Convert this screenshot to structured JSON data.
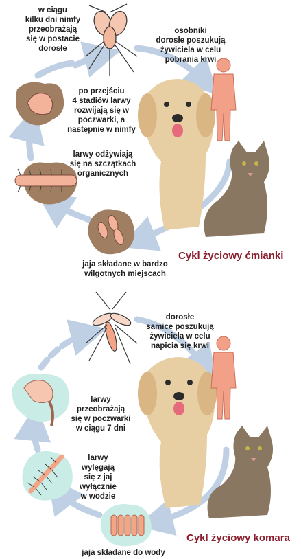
{
  "colors": {
    "arrow": "#bfd0e4",
    "title": "#8b1f2e",
    "flea_bg": "#a07e61",
    "mosquito_bg": "#c9ece6",
    "human": "#f3a088",
    "dog": "#e8cfa3",
    "cat": "#8a7762"
  },
  "flea_cycle": {
    "title": "Cykl życiowy ćmianki",
    "labels": {
      "nymph_to_adult": "w ciągu\nkilku dni nimfy\nprzeobrażają\nsię w postacie\ndorosłe",
      "adults_seek_host": "osobniki\ndorosłe poszukują\nżywiciela w celu\npobrania krwi",
      "larva_to_pupa": "po przejściu\n4 stadiów larwy\nrozwijają się w\npoczwarki, a\nnastępnie w nimfy",
      "larvae_feed": "larwy odżywiają\nsię na szczątkach\norganicznych",
      "eggs": "jaja składane w bardzo\nwilgotnych miejscach"
    },
    "icons": [
      "flea-egg-icon",
      "flea-larva-icon",
      "flea-pupa-icon",
      "flea-adult-icon",
      "human-silhouette-icon",
      "dog-and-cat-icon"
    ]
  },
  "mosquito_cycle": {
    "title": "Cykl życiowy komara",
    "labels": {
      "females_seek_host": "dorosłe\nsamice poszukują\nżywiciela w celu\nnapicia się krwi",
      "larva_to_pupa": "larwy\nprzeobrażają\nsię w poczwarki\nw ciągu 7 dni",
      "larvae_hatch": "larwy\nwylęgają\nsię z jaj\nwyłącznie\nw wodzie",
      "eggs": "jaja składane do wody"
    },
    "icons": [
      "mosquito-egg-raft-icon",
      "mosquito-larva-icon",
      "mosquito-pupa-icon",
      "mosquito-adult-icon",
      "human-silhouette-icon",
      "dog-and-cat-icon"
    ]
  }
}
